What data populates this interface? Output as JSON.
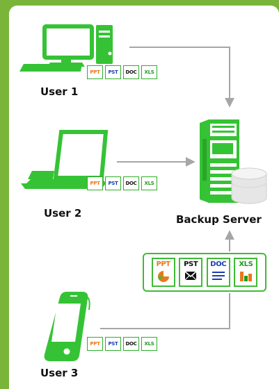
{
  "users": [
    {
      "label": "User 1",
      "device": "desktop"
    },
    {
      "label": "User 2",
      "device": "laptop"
    },
    {
      "label": "User 3",
      "device": "phone"
    }
  ],
  "server": {
    "label": "Backup Server"
  },
  "file_types": [
    "PPT",
    "PST",
    "DOC",
    "XLS"
  ],
  "file_type_colors": {
    "PPT": "#e8791c",
    "PST": "#1a3fb0",
    "DOC": "#111111",
    "XLS": "#1f9a1f"
  },
  "big_file_colors": {
    "PPT": "#e8791c",
    "PST": "#111111",
    "DOC": "#1a3fb0",
    "XLS": "#1f9a1f"
  },
  "colors": {
    "frame": "#7ab53a",
    "device_green": "#35c335",
    "connector_gray": "#a6a6a6"
  }
}
